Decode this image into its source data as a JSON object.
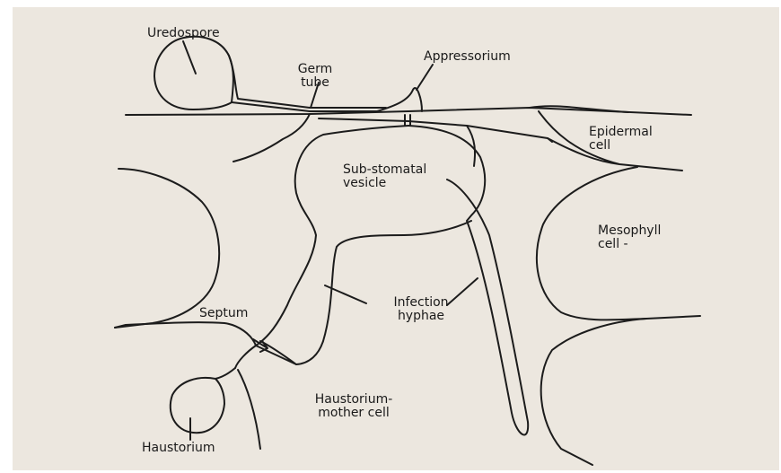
{
  "labels": {
    "uredospore": "Uredospore",
    "germ_tube": "Germ tube",
    "appressorium": "Appressorium",
    "epidermal_cell": "Epidermal cell",
    "sub_stomatal_vesicle": "Sub-stomatal vesicle",
    "mesophyll_cell": "Mesophyll cell -",
    "septum": "Septum",
    "infection_hyphae": "Infection hyphae",
    "haustorium_mother_cell": "Haustorium- mother cell",
    "haustorium": "Haustorium"
  },
  "colors": {
    "paper": "#ece7df",
    "ink": "#1c1c1c",
    "edge": "#ffffff"
  }
}
